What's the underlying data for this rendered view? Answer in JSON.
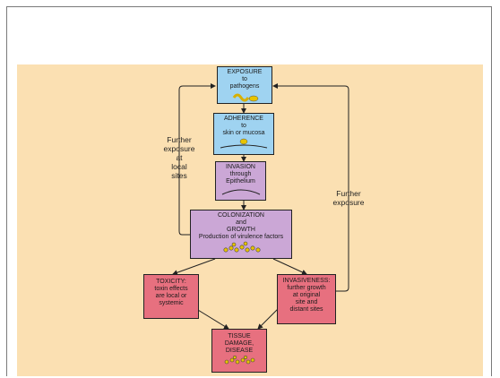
{
  "diagram": {
    "exposure": {
      "line1": "EXPOSURE",
      "line2": "to",
      "line3": "pathogens"
    },
    "adherence": {
      "line1": "ADHERENCE",
      "line2": "to",
      "line3": "skin or mucosa"
    },
    "invasion": {
      "line1": "INVASION",
      "line2": "through",
      "line3": "Epithelium"
    },
    "colonization": {
      "line1": "COLONIZATION",
      "line2": "and",
      "line3": "GROWTH",
      "line4": "Production of virulence factors"
    },
    "toxicity": {
      "line1": "TOXICITY:",
      "line2": "toxin effects",
      "line3": "are local or",
      "line4": "systemic"
    },
    "invasiveness": {
      "line1": "INVASIVENESS:",
      "line2": "further growth",
      "line3": "at original",
      "line4": "site and",
      "line5": "distant sites"
    },
    "tissue_damage": {
      "line1": "TISSUE",
      "line2": "DAMAGE,",
      "line3": "DISEASE"
    },
    "left_loop_label": {
      "line1": "Further",
      "line2": "exposure",
      "line3": "at",
      "line4": "local",
      "line5": "sites"
    },
    "right_loop_label": {
      "line1": "Further",
      "line2": "exposure"
    }
  },
  "colors": {
    "background": "#fbe0b2",
    "blue_box": "#9fd3f1",
    "purple_box": "#cba7d6",
    "red_box": "#e7707f"
  }
}
